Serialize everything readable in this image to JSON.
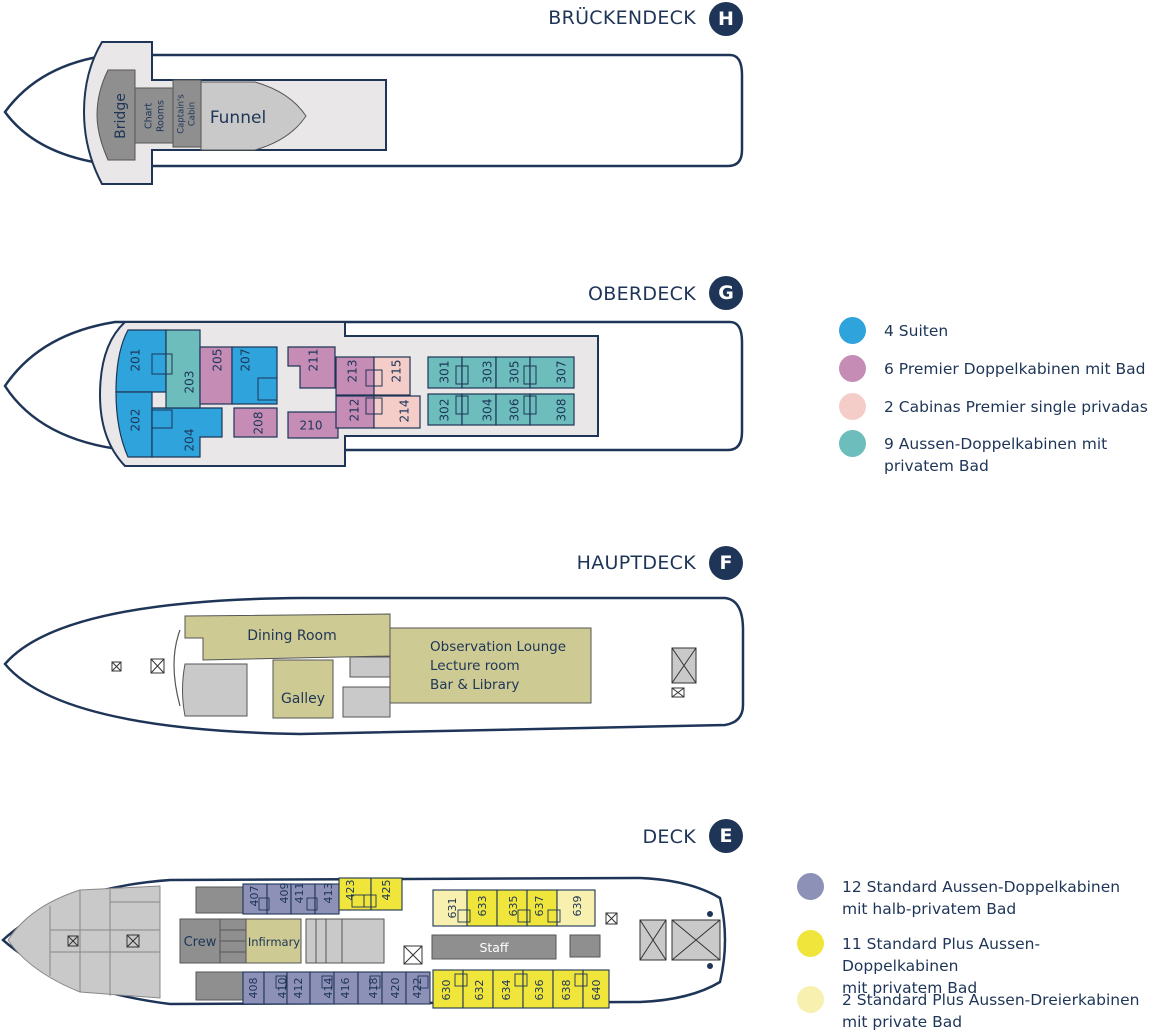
{
  "decks": [
    {
      "id": "h",
      "title": "BRÜCKENDECK",
      "letter": "H"
    },
    {
      "id": "g",
      "title": "OBERDECK",
      "letter": "G"
    },
    {
      "id": "f",
      "title": "HAUPTDECK",
      "letter": "F"
    },
    {
      "id": "e",
      "title": "DECK",
      "letter": "E"
    }
  ],
  "rooms": {
    "bridge": "Bridge",
    "chart_line1": "Chart",
    "chart_line2": "Rooms",
    "captain_line1": "Captain's",
    "captain_line2": "Cabin",
    "funnel": "Funnel",
    "dining": "Dining Room",
    "galley": "Galley",
    "lounge_line1": "Observation Lounge",
    "lounge_line2": "Lecture room",
    "lounge_line3": "Bar & Library",
    "crew": "Crew",
    "infirmary": "Infirmary",
    "staff": "Staff"
  },
  "cabins": {
    "g": [
      "201",
      "202",
      "203",
      "204",
      "205",
      "207",
      "208",
      "210",
      "211",
      "212",
      "213",
      "214",
      "215",
      "301",
      "302",
      "303",
      "304",
      "305",
      "306",
      "307",
      "308"
    ],
    "e": [
      "407",
      "409",
      "411",
      "413",
      "408",
      "410",
      "412",
      "414",
      "416",
      "418",
      "420",
      "422",
      "423",
      "425",
      "631",
      "633",
      "635",
      "637",
      "639",
      "630",
      "632",
      "634",
      "636",
      "638",
      "640"
    ]
  },
  "legend_g": [
    {
      "label": "4 Suiten",
      "color": "#2ea3dc"
    },
    {
      "label": "6 Premier Doppelkabinen mit Bad",
      "color": "#c58cb6"
    },
    {
      "label": "2 Cabinas Premier single privadas",
      "color": "#f4cdc8"
    },
    {
      "label": "9 Aussen-Doppelkabinen mit\n privatem Bad",
      "color": "#6cbdbc"
    }
  ],
  "legend_e": [
    {
      "label": "12 Standard Aussen-Doppelkabinen\n      mit halb-privatem Bad",
      "color": "#8d91b7"
    },
    {
      "label": "11 Standard Plus Aussen-Doppelkabinen\n      mit privatem Bad",
      "color": "#f0e53a"
    },
    {
      "label": "2 Standard Plus Aussen-Dreierkabinen\n      mit private Bad",
      "color": "#f7f0ae"
    }
  ],
  "colors": {
    "navy": "#1e3557",
    "hull": "#ffffff",
    "deck": "#e9e7e8",
    "dark_gray": "#8f8f8f",
    "light_gray": "#c9c9c9",
    "olive": "#cdca93",
    "suite": "#2ea3dc",
    "premier": "#c58cb6",
    "single": "#f4cdc8",
    "teal": "#6cbdbc",
    "std": "#8d91b7",
    "std_plus": "#f0e53a",
    "triple": "#f7f0ae"
  }
}
